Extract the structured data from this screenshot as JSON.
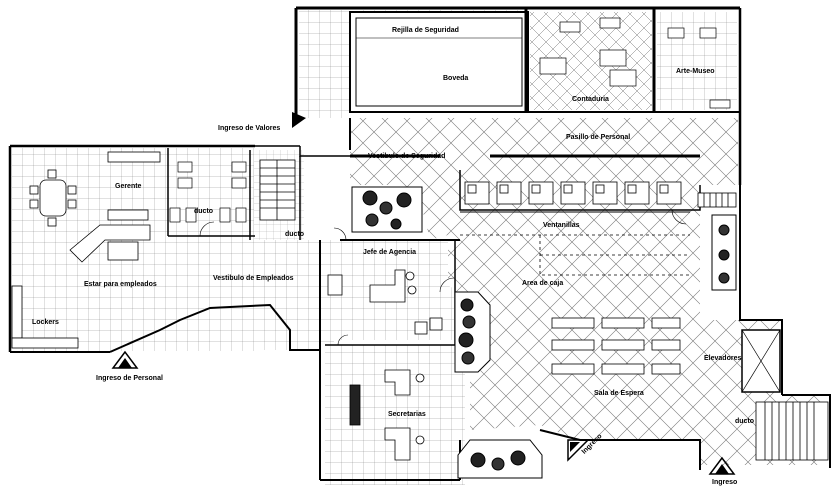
{
  "plan": {
    "labels": {
      "rejilla": "Rejilla de Seguridad",
      "boveda": "Boveda",
      "contaduria": "Contaduria",
      "arte_museo": "Arte-Museo",
      "ingreso_valores": "Ingreso de Valores",
      "pasillo_personal": "Pasillo de Personal",
      "vestibulo_seguridad": "Vestibulo de Seguridad",
      "gerente": "Gerente",
      "ducto_left": "ducto",
      "ducto_mid": "ducto",
      "ventanillas": "Ventanillas",
      "jefe_agencia": "Jefe de Agencia",
      "area_caja": "Area de caja",
      "estar_empleados": "Estar para empleados",
      "vestibulo_empleados": "Vestibulo de Empleados",
      "lockers": "Lockers",
      "ingreso_personal": "Ingreso de Personal",
      "secretarias": "Secretarias",
      "sala_espera": "Sala de Espera",
      "elevadores": "Elevadores",
      "ducto_right": "ducto",
      "ingreso_diag": "Ingreso",
      "ingreso_bottom": "Ingreso"
    },
    "icons": [
      "arrow-up-icon",
      "arrow-diagonal-icon"
    ]
  }
}
